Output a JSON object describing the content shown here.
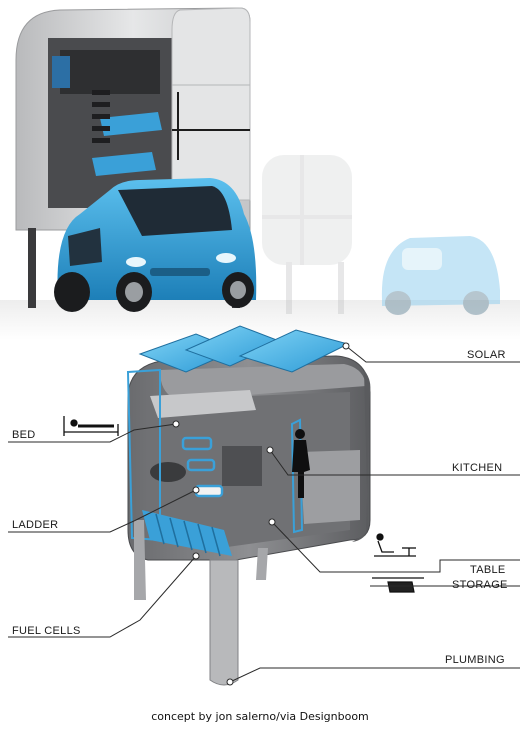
{
  "labels": {
    "solar": "SOLAR",
    "bed": "BED",
    "kitchen": "KITCHEN",
    "ladder": "LADDER",
    "table": "TABLE",
    "storage": "STORAGE",
    "fuel_cells": "FUEL CELLS",
    "plumbing": "PLUMBING"
  },
  "caption": "concept by jon salerno/via Designboom",
  "colors": {
    "shell": "#cfd0d2",
    "shell_dark": "#3c3c3e",
    "accent_blue": "#3aa0d8",
    "leader": "#2a2a2a"
  }
}
